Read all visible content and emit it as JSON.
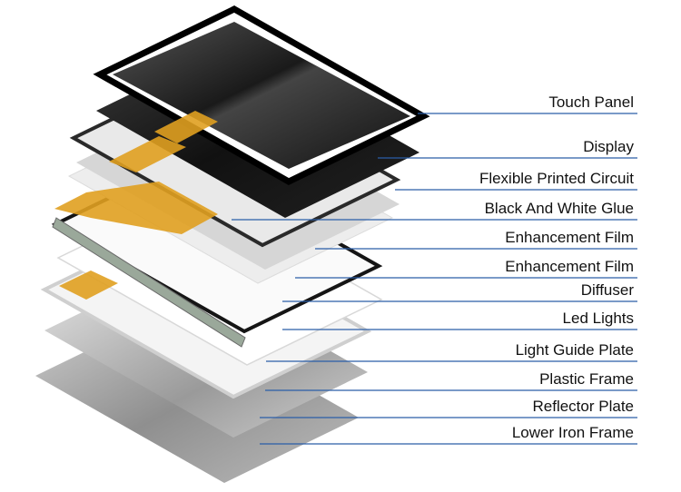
{
  "diagram": {
    "labels": [
      "Touch Panel",
      "Display",
      "Flexible Printed Circuit",
      "Black And White Glue",
      "Enhancement Film",
      "Enhancement Film",
      "Diffuser",
      "Led Lights",
      "Light Guide Plate",
      "Plastic Frame",
      "Reflector Plate",
      "Lower Iron Frame"
    ],
    "colors": {
      "leader_line": "#2a5ea8",
      "fpc": "#e0a020",
      "frame": "#111111"
    }
  }
}
